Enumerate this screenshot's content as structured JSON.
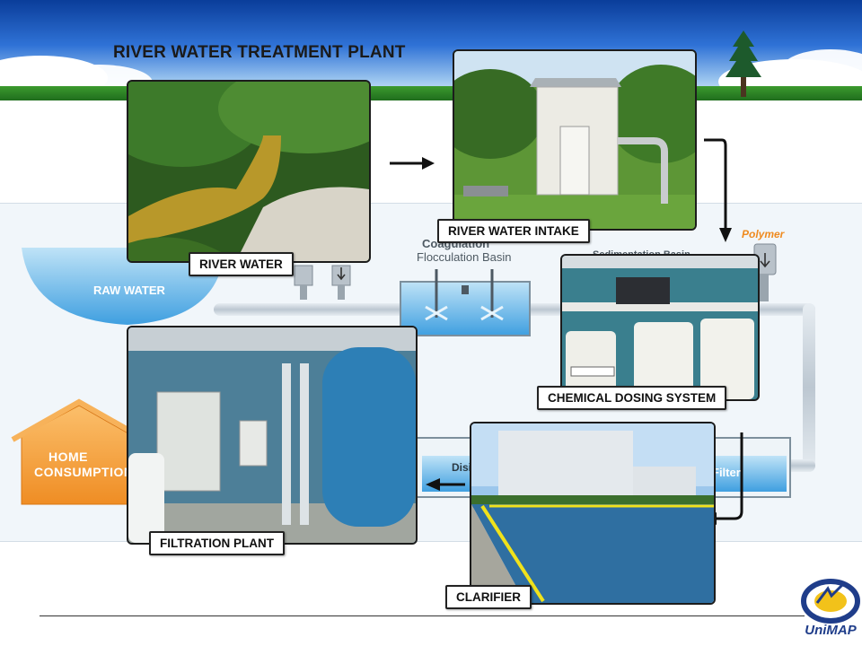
{
  "slide": {
    "title": "RIVER WATER TREATMENT PLANT"
  },
  "schematic": {
    "raw_water": "RAW WATER",
    "coagulation": "Coagulation",
    "flocculation_basin": "Flocculation Basin",
    "sedimentation": "Sedimentation Basin",
    "polymer": "Polymer",
    "home_line1": "HOME",
    "home_line2": "CONSUMPTION",
    "disinfection": "Disinfection",
    "filter": "Filter"
  },
  "photos": [
    {
      "id": "river-water",
      "label": "RIVER WATER"
    },
    {
      "id": "river-water-intake",
      "label": "RIVER WATER INTAKE"
    },
    {
      "id": "chemical-dosing",
      "label": "CHEMICAL DOSING SYSTEM"
    },
    {
      "id": "clarifier",
      "label": "CLARIFIER"
    },
    {
      "id": "filtration-plant",
      "label": "FILTRATION PLANT"
    }
  ],
  "logo": {
    "text": "UniMAP"
  },
  "colors": {
    "header_blue": "#1f5fc4",
    "house_orange": "#f5a445",
    "water_blue": "#5fb2e8",
    "pipe_grey": "#c9d3dc",
    "polymer_orange": "#ef8a1e",
    "raw_water_text": "#ffffff"
  }
}
